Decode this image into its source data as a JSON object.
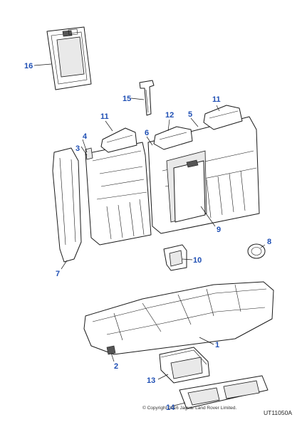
{
  "callouts": [
    {
      "id": "1",
      "label": "1"
    },
    {
      "id": "2",
      "label": "2"
    },
    {
      "id": "3",
      "label": "3"
    },
    {
      "id": "4",
      "label": "4"
    },
    {
      "id": "5",
      "label": "5"
    },
    {
      "id": "6",
      "label": "6"
    },
    {
      "id": "7",
      "label": "7"
    },
    {
      "id": "8",
      "label": "8"
    },
    {
      "id": "9",
      "label": "9"
    },
    {
      "id": "10",
      "label": "10"
    },
    {
      "id": "11a",
      "label": "11"
    },
    {
      "id": "11b",
      "label": "11"
    },
    {
      "id": "12",
      "label": "12"
    },
    {
      "id": "13",
      "label": "13"
    },
    {
      "id": "14",
      "label": "14"
    },
    {
      "id": "15",
      "label": "15"
    },
    {
      "id": "16",
      "label": "16"
    }
  ],
  "footer": {
    "copyright": "© Copyright 2016 Jaguar Land Rover Limited.",
    "diagram_code": "UT11050A"
  }
}
